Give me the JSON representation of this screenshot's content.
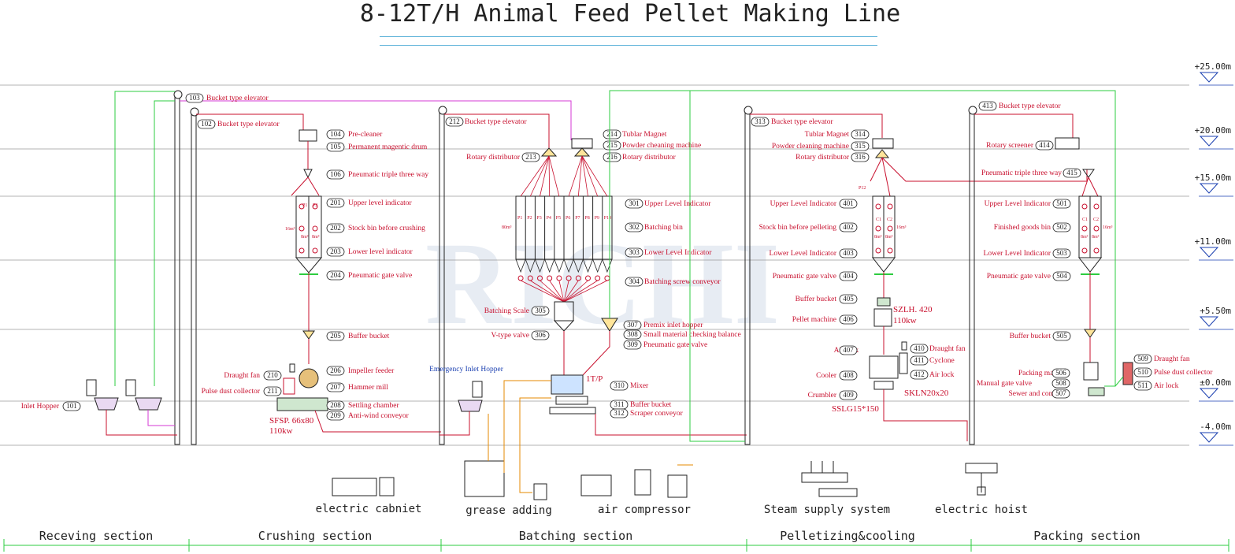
{
  "title": "8-12T/H Animal Feed Pellet Making Line",
  "levels": [
    "+25.00m",
    "+20.00m",
    "+15.00m",
    "+11.00m",
    "+5.50m",
    "±0.00m",
    "-4.00m"
  ],
  "sections": [
    "Receving section",
    "Crushing section",
    "Batching section",
    "Pelletizing&cooling",
    "Packing section"
  ],
  "aux": [
    "electric cabniet",
    "grease adding",
    "air compressor",
    "Steam supply system",
    "electric hoist"
  ],
  "labels_right": [
    {
      "n": "103",
      "t": "Bucket type elevator"
    },
    {
      "n": "102",
      "t": "Bucket type elevator"
    },
    {
      "n": "104",
      "t": "Pre-cleaner"
    },
    {
      "n": "105",
      "t": "Permanent magentic drum"
    },
    {
      "n": "106",
      "t": "Pneumatic triple three way"
    },
    {
      "n": "201",
      "t": "Upper level indicator"
    },
    {
      "n": "202",
      "t": "Stock bin before crushing"
    },
    {
      "n": "203",
      "t": "Lower level indicator"
    },
    {
      "n": "204",
      "t": "Pneumatic gate valve"
    },
    {
      "n": "205",
      "t": "Buffer bucket"
    },
    {
      "n": "206",
      "t": "Impeller feeder"
    },
    {
      "n": "207",
      "t": "Hammer mill"
    },
    {
      "n": "208",
      "t": "Settling chamber"
    },
    {
      "n": "209",
      "t": "Anti-wind conveyor"
    },
    {
      "n": "212",
      "t": "Bucket type elevator"
    },
    {
      "n": "214",
      "t": "Tublar Magnet"
    },
    {
      "n": "215",
      "t": "Powder cheaning machine"
    },
    {
      "n": "216",
      "t": "Rotary distributor"
    },
    {
      "n": "301",
      "t": "Upper Level Indicator"
    },
    {
      "n": "302",
      "t": "Batching bin"
    },
    {
      "n": "303",
      "t": "Lower Level Indicator"
    },
    {
      "n": "304",
      "t": "Batching screw conveyor"
    },
    {
      "n": "307",
      "t": "Premix inlet hopper"
    },
    {
      "n": "308",
      "t": "Small material checking balance"
    },
    {
      "n": "309",
      "t": "Pneumatic gate valve"
    },
    {
      "n": "310",
      "t": "Mixer"
    },
    {
      "n": "311",
      "t": "Buffer bucket"
    },
    {
      "n": "312",
      "t": "Scraper conveyor"
    },
    {
      "n": "313",
      "t": "Bucket type elevator"
    },
    {
      "n": "410",
      "t": "Draught fan"
    },
    {
      "n": "411",
      "t": "Cyclone"
    },
    {
      "n": "412",
      "t": "Air lock"
    },
    {
      "n": "413",
      "t": "Bucket type elevator"
    },
    {
      "n": "509",
      "t": "Draught fan"
    },
    {
      "n": "510",
      "t": "Pulse dust collector"
    },
    {
      "n": "511",
      "t": "Air lock"
    }
  ],
  "labels_left": [
    {
      "n": "101",
      "t": "Inlet Hopper"
    },
    {
      "n": "210",
      "t": "Draught fan"
    },
    {
      "n": "211",
      "t": "Pulse dust collector"
    },
    {
      "n": "213",
      "t": "Rotary distributor"
    },
    {
      "n": "305",
      "t": "Batching Scale"
    },
    {
      "n": "306",
      "t": "V-type valve"
    },
    {
      "n": "314",
      "t": "Tublar Magnet"
    },
    {
      "n": "315",
      "t": "Powder cleaning machine"
    },
    {
      "n": "316",
      "t": "Rotary distributor"
    },
    {
      "n": "401",
      "t": "Upper Level Indicator"
    },
    {
      "n": "402",
      "t": "Stock bin before pelleting"
    },
    {
      "n": "403",
      "t": "Lower Level Indicator"
    },
    {
      "n": "404",
      "t": "Pneumatic gate valve"
    },
    {
      "n": "405",
      "t": "Buffer bucket"
    },
    {
      "n": "406",
      "t": "Pellet machine"
    },
    {
      "n": "407",
      "t": "Air lock"
    },
    {
      "n": "408",
      "t": "Cooler"
    },
    {
      "n": "409",
      "t": "Crumbler"
    },
    {
      "n": "414",
      "t": "Rotary screener"
    },
    {
      "n": "415",
      "t": "Pneumatic triple three way"
    },
    {
      "n": "501",
      "t": "Upper Level Indicator"
    },
    {
      "n": "502",
      "t": "Finished goods bin"
    },
    {
      "n": "503",
      "t": "Lower Level Indicator"
    },
    {
      "n": "504",
      "t": "Pneumatic gate valve"
    },
    {
      "n": "505",
      "t": "Buffer bucket"
    },
    {
      "n": "506",
      "t": "Packing machine"
    },
    {
      "n": "507",
      "t": "Sewer and conveyor"
    },
    {
      "n": "508",
      "t": "Manual gate valve"
    }
  ],
  "emergency": "Emergency Inlet Hopper",
  "specs": {
    "mill": "SFSP. 66x80",
    "mill_power": "110kw",
    "pellet": "SZLH. 420",
    "pellet_power": "110kw",
    "cooler": "SKLN20x20",
    "crumbler": "SSLG15*150",
    "mixer": "1T/P"
  },
  "bin_tags": {
    "crush_bins": [
      "P1",
      "P2"
    ],
    "crush_vol": "16m³",
    "batch_bins": [
      "P1",
      "P2",
      "P3",
      "P4",
      "P5",
      "P6",
      "P7",
      "P8",
      "P9",
      "P10"
    ],
    "batch_vol": "80m³",
    "pellet_bins": [
      "C1",
      "C2"
    ],
    "pellet_vol": "16m³",
    "pack_bins": [
      "C1",
      "C2"
    ],
    "pack_vol": "16m³",
    "cell_vol": "8m³",
    "p12": "P12"
  },
  "watermark": "RICHI",
  "colors": {
    "red": "#c8102e",
    "green": "#2ecc40",
    "magenta": "#d63ad6",
    "blue": "#1a3fb0",
    "orange": "#e68a00",
    "grid": "#9a9a9a"
  }
}
